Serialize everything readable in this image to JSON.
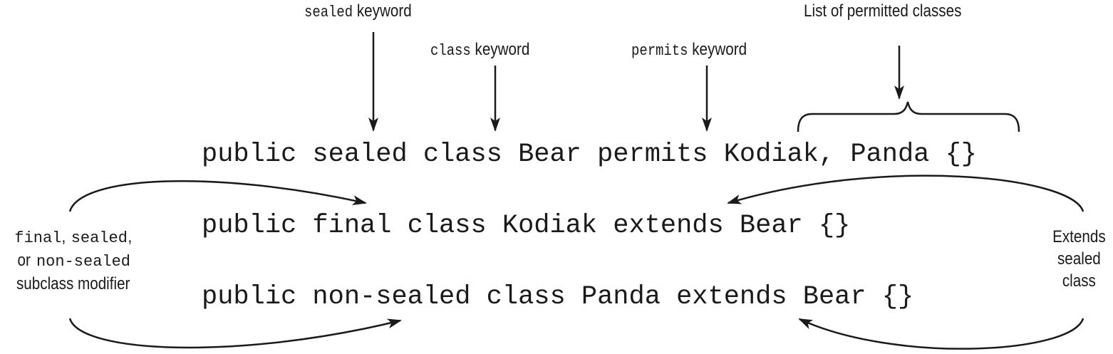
{
  "code_lines": [
    "public sealed class Bear permits Kodiak, Panda {}",
    "public final class Kodiak extends Bear {}",
    "public non-sealed class Panda extends Bear {}"
  ],
  "labels": {
    "sealed": {
      "code": "sealed",
      "text": "keyword"
    },
    "class": {
      "code": "class",
      "text": "keyword"
    },
    "permits": {
      "code": "permits",
      "text": "keyword"
    },
    "permitted_list": "List of permitted classes",
    "modifier": {
      "final": "final",
      "comma1": ",",
      "sealed": "sealed",
      "comma2": ",",
      "or": "or",
      "non_sealed": "non-sealed",
      "line3": "subclass modifier"
    },
    "extends_sealed": [
      "Extends",
      "sealed",
      "class"
    ]
  }
}
